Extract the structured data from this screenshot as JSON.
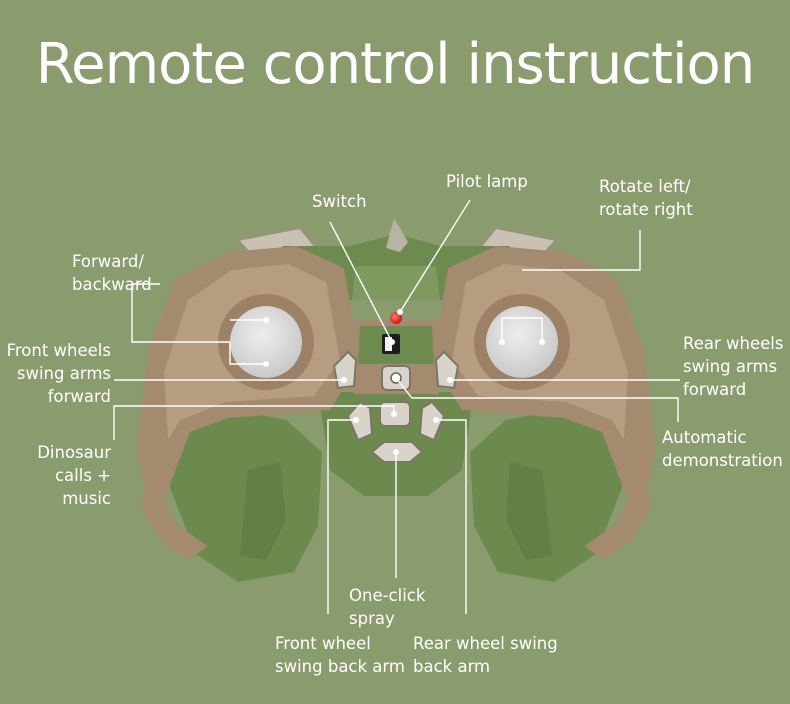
{
  "title": "Remote control instruction",
  "labels": {
    "switch": "Switch",
    "pilot_lamp": "Pilot lamp",
    "rotate": "Rotate left/\nrotate right",
    "forward_backward": "Forward/\nbackward",
    "front_wheels_forward": "Front wheels\nswing arms\nforward",
    "rear_wheels_forward": "Rear wheels\nswing arms\nforward",
    "dinosaur_calls": "Dinosaur\ncalls + music",
    "automatic_demo": "Automatic\ndemonstration",
    "one_click_spray": "One-click\nspray",
    "front_wheel_back": "Front wheel\nswing back arm",
    "rear_wheel_back": "Rear wheel swing\nback arm"
  },
  "colors": {
    "background": "#8a9b6e",
    "shell_brown": "#a48a6f",
    "grip_green": "#6c8a4e",
    "pilot_lamp": "#e8201c"
  },
  "icons": [
    "joystick-left-icon",
    "joystick-right-icon",
    "power-switch-icon",
    "pilot-lamp-icon",
    "dinosaur-head-icon",
    "spray-button-icon"
  ]
}
